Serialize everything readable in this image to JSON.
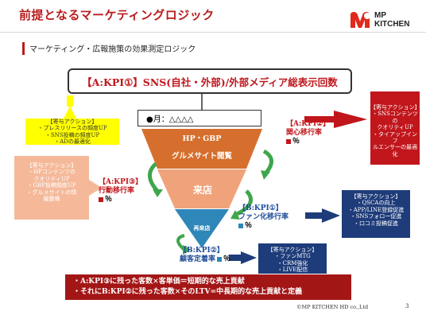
{
  "header": {
    "title": "前提となるマーケティングロジック",
    "logo_text_1": "MP",
    "logo_text_2": "KITCHEN"
  },
  "subtitle": "マーケティング・広報施策の効果測定ロジック",
  "kpi_top": "【A:KPI①】SNS(自社・外部)/外部メディア総表示回数",
  "month_label": "●月：△△△△",
  "funnel": {
    "top_line1": "HP・GBP",
    "top_line2": "グルメサイト閲覧",
    "middle": "来店",
    "bottom": "再来店"
  },
  "kpis": {
    "kpi2_title": "【A:KPI②】",
    "kpi2_name": "関心移行率",
    "kpi2_value": "％",
    "kpi3_title": "【A:KPI③】",
    "kpi3_name": "行動移行率",
    "kpi3_value": "％",
    "b1_title": "【B:KPI①】",
    "b1_name": "ファン化移行率",
    "b1_value": "％",
    "b2_title": "【B:KPI②】",
    "b2_name": "顧客定着率",
    "b2_value": "％"
  },
  "notes": {
    "yellow": {
      "title": "【寄与アクション】",
      "lines": [
        "・プレスリリースの頻度UP",
        "・SNS投稿の頻度UP",
        "・ADの最適化"
      ]
    },
    "red": {
      "title": "【寄与アクション】",
      "lines": [
        "・SNSコンテンツの",
        "クオリティUP",
        "・タイアップインフ",
        "ルエンサーの最適化"
      ]
    },
    "peach": {
      "title": "【寄与アクション】",
      "lines": [
        "・HPコンテンツの",
        "クオリティUP",
        "・GBP投稿頻度UP",
        "・グルメサイトの情",
        "報整備"
      ]
    },
    "navy1": {
      "title": "【寄与アクション】",
      "lines": [
        "・QSCAの向上",
        "・APP/LINE登録促進",
        "・SNSフォロー促進",
        "・口コミ投稿促進"
      ]
    },
    "navy2": {
      "title": "【寄与アクション】",
      "lines": [
        "・ファンMTG",
        "・CRM強化",
        "・LIVE配信"
      ]
    }
  },
  "bottom": {
    "line1": "・A:KPI③に残った客数×客単価＝短期的な売上貢献",
    "line2": "・それにB:KPI②に残った客数×そのLTV=中長期的な売上貢献と定義"
  },
  "footer": "©MP KITCHEN HD co.,Ltd",
  "page_number": "3",
  "colors": {
    "accent_red": "#c0161c",
    "navy": "#1f3c7a",
    "funnel_top": "#d66f2d",
    "funnel_middle": "#f0a37a",
    "funnel_bottom": "#2f86b8",
    "arrow_green": "#3fa64b"
  }
}
